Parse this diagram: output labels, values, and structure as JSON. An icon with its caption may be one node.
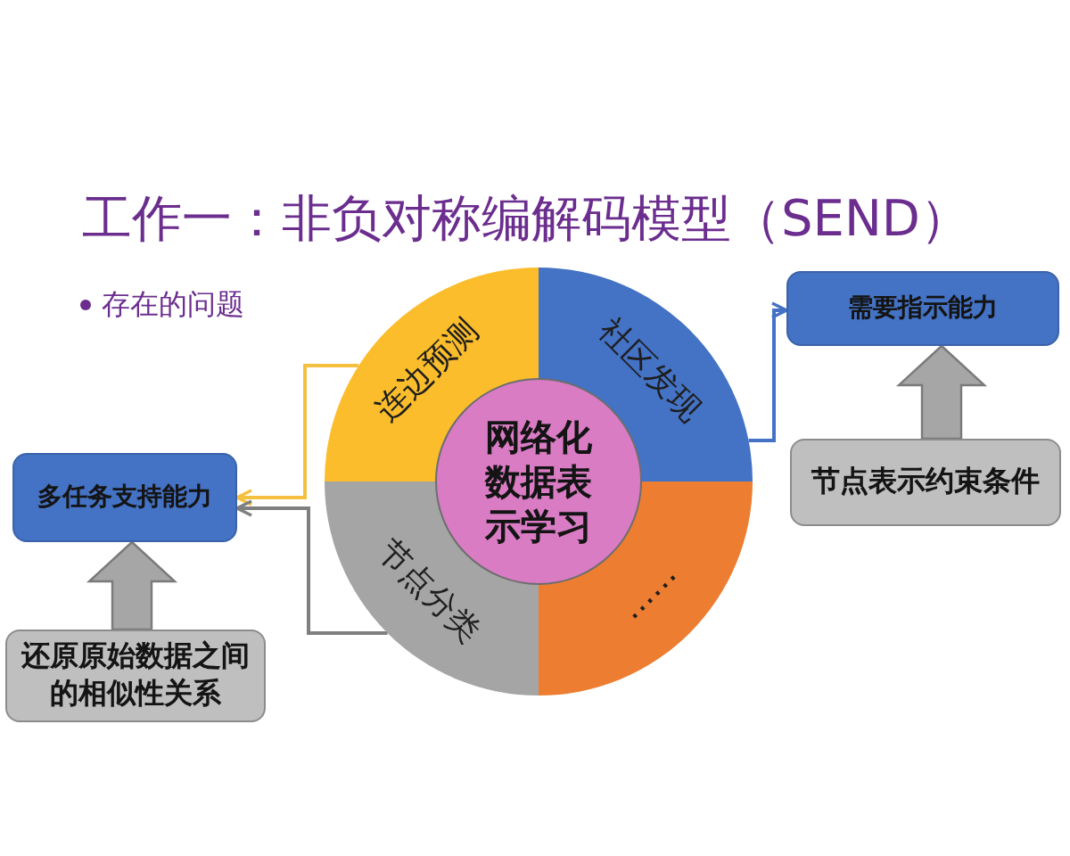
{
  "diagram": {
    "title": "工作一：非负对称编解码模型（SEND）",
    "nodes": [
      {
        "text": [
          "网络化数据表示学习"
        ]
      },
      {
        "text": [
          "连边预测"
        ]
      },
      {
        "text": [
          "社区发现"
        ]
      },
      {
        "text": [
          "节点分类"
        ]
      },
      {
        "text": [
          "……"
        ]
      },
      {
        "text": [
          "需要指示能力"
        ]
      },
      {
        "text": [
          "节点表示约束条件"
        ]
      },
      {
        "text": [
          "多任务支持能力"
        ]
      },
      {
        "text": [
          "还原原始数据之间的相似性关系"
        ]
      }
    ],
    "edges": [
      {
        "from": 2,
        "to": 5,
        "arrow": "to",
        "color": "#4472c4"
      },
      {
        "from": 6,
        "to": 5,
        "arrow": "to",
        "style": "thick",
        "color": "#a6a6a6"
      },
      {
        "from": 1,
        "to": 7,
        "arrow": "to",
        "color": "#f5c040"
      },
      {
        "from": 3,
        "to": 7,
        "arrow": "to",
        "color": "#7f7f7f"
      },
      {
        "from": 8,
        "to": 7,
        "arrow": "to",
        "style": "thick",
        "color": "#a6a6a6"
      }
    ],
    "labels": [
      "存在的问题"
    ]
  }
}
